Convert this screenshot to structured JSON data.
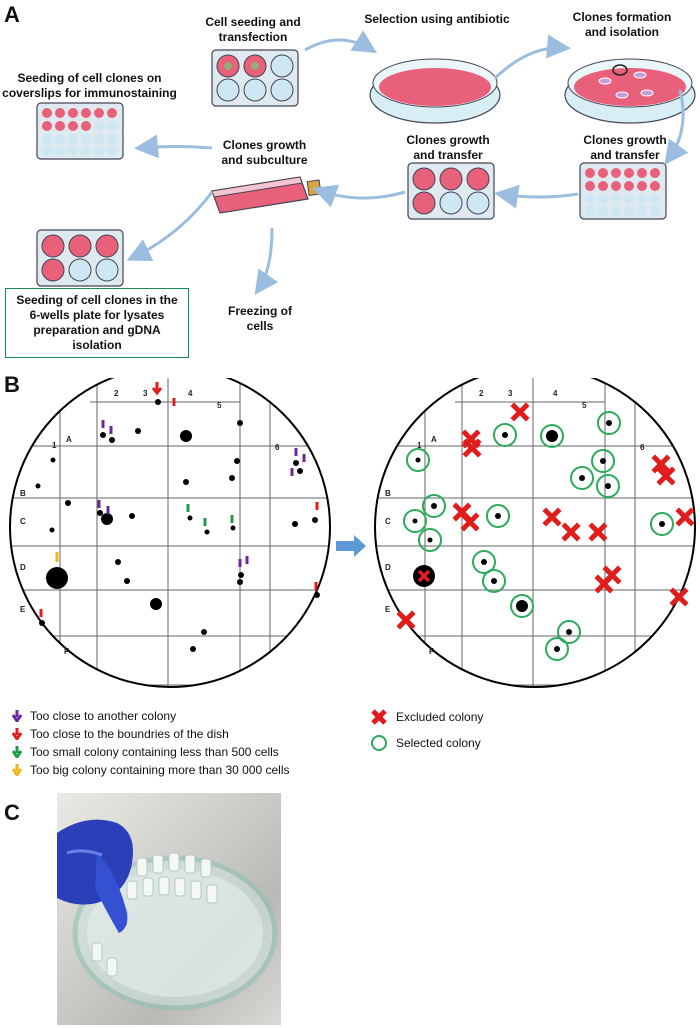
{
  "panels": {
    "a": "A",
    "b": "B",
    "c": "C"
  },
  "steps": {
    "seeding_transfection": "Cell seeding and transfection",
    "selection": "Selection using antibiotic",
    "clones_formation": "Clones formation and isolation",
    "coverslips": "Seeding of cell clones on coverslips for immunostaining",
    "growth_subculture": "Clones growth and subculture",
    "growth_transfer_mid": "Clones growth and transfer",
    "growth_transfer_right": "Clones growth and transfer",
    "six_wells": "Seeding of cell clones in the 6-wells plate for lysates preparation and gDNA isolation",
    "freezing": "Freezing of cells"
  },
  "grid": {
    "col_labels": [
      "1",
      "2",
      "3",
      "4",
      "5",
      "6"
    ],
    "row_labels": [
      "A",
      "B",
      "C",
      "D",
      "E",
      "F"
    ]
  },
  "legend_left": [
    {
      "color": "#6a2a9a",
      "text": "Too close to another colony"
    },
    {
      "color": "#e01c1c",
      "text": "Too close to the boundries of the dish"
    },
    {
      "color": "#1f9a4a",
      "text": "Too small colony containing less than 500 cells"
    },
    {
      "color": "#f2b619",
      "text": "Too big colony containing more than 30 000 cells"
    }
  ],
  "legend_right": [
    {
      "icon": "cross-icon",
      "text": "Excluded colony"
    },
    {
      "icon": "circle-icon",
      "text": "Selected colony"
    }
  ],
  "colors": {
    "pink": "#e8607a",
    "light_blue": "#cde8f2",
    "green_ring": "#2aaa5a",
    "red_cross": "#e01c1c",
    "arrow_blue": "#a9c9e6"
  }
}
